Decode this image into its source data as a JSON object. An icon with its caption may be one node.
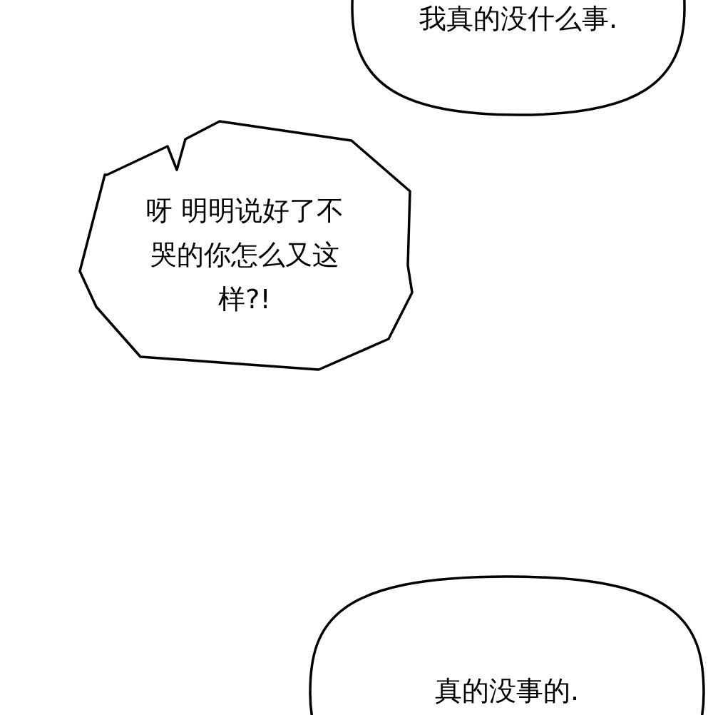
{
  "diagram": {
    "nodes": [
      {
        "text": [
          "我真的没什么事."
        ]
      },
      {
        "text": [
          "呀 明明说好了不哭的你怎么又这样?!"
        ]
      },
      {
        "text": [
          "真的没事的."
        ]
      }
    ]
  }
}
